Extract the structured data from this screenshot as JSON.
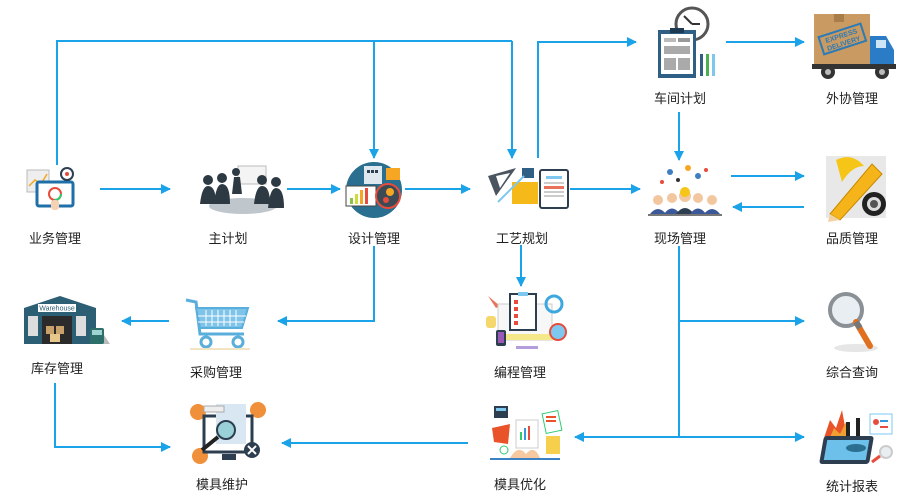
{
  "diagram": {
    "title": "",
    "line_color": "#1aa3e8",
    "nodes": {
      "business": {
        "label": "业务管理",
        "icon": "business-dashboard-icon"
      },
      "master_plan": {
        "label": "主计划",
        "icon": "meeting-presentation-icon"
      },
      "design": {
        "label": "设计管理",
        "icon": "design-gears-chart-icon"
      },
      "process": {
        "label": "工艺规划",
        "icon": "process-planning-clipboard-icon"
      },
      "workshop_plan": {
        "label": "车间计划",
        "icon": "clipboard-clock-icon"
      },
      "outsourcing": {
        "label": "外协管理",
        "icon": "express-delivery-truck-icon"
      },
      "site": {
        "label": "现场管理",
        "icon": "team-people-icon"
      },
      "quality": {
        "label": "品质管理",
        "icon": "pencil-ruler-icon"
      },
      "inventory": {
        "label": "库存管理",
        "icon": "warehouse-icon"
      },
      "purchase": {
        "label": "采购管理",
        "icon": "shopping-cart-icon"
      },
      "programming": {
        "label": "编程管理",
        "icon": "programming-checklist-icon"
      },
      "query": {
        "label": "综合查询",
        "icon": "magnifier-icon"
      },
      "mold_maint": {
        "label": "模具维护",
        "icon": "monitor-magnifier-wrench-icon"
      },
      "mold_opt": {
        "label": "模具优化",
        "icon": "report-hands-icon"
      },
      "stats": {
        "label": "统计报表",
        "icon": "analytics-tablet-icon"
      },
      "warehouse_sign": "Warehouse",
      "truck_text": [
        "EXPRESS",
        "DELIVERY"
      ]
    },
    "edges": [
      {
        "from": "业务管理",
        "to": "主计划"
      },
      {
        "from": "主计划",
        "to": "设计管理"
      },
      {
        "from": "设计管理",
        "to": "工艺规划"
      },
      {
        "from": "工艺规划",
        "to": "现场管理"
      },
      {
        "from": "业务管理",
        "to": "设计管理"
      },
      {
        "from": "业务管理",
        "to": "工艺规划"
      },
      {
        "from": "工艺规划",
        "to": "车间计划"
      },
      {
        "from": "车间计划",
        "to": "外协管理"
      },
      {
        "from": "车间计划",
        "to": "现场管理"
      },
      {
        "from": "现场管理",
        "to": "品质管理"
      },
      {
        "from": "品质管理",
        "to": "现场管理"
      },
      {
        "from": "设计管理",
        "to": "采购管理"
      },
      {
        "from": "采购管理",
        "to": "库存管理"
      },
      {
        "from": "工艺规划",
        "to": "编程管理"
      },
      {
        "from": "现场管理",
        "to": "综合查询"
      },
      {
        "from": "现场管理",
        "to": "统计报表"
      },
      {
        "from": "现场管理",
        "to": "模具优化"
      },
      {
        "from": "模具优化",
        "to": "模具维护"
      },
      {
        "from": "库存管理",
        "to": "模具维护"
      }
    ]
  }
}
